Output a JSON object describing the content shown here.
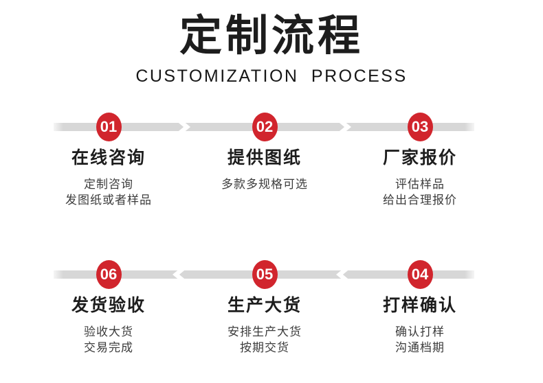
{
  "header": {
    "title": "定制流程",
    "subtitle": "CUSTOMIZATION PROCESS"
  },
  "colors": {
    "accent_red": "#d1252d",
    "bar_gray": "#d7d7d7",
    "ink": "#1d1d1d",
    "text_gray": "#3c3c3c"
  },
  "rows": [
    {
      "direction": "right",
      "steps": [
        {
          "number": "01",
          "title": "在线咨询",
          "desc_lines": [
            "定制咨询",
            "发图纸或者样品"
          ]
        },
        {
          "number": "02",
          "title": "提供图纸",
          "desc_lines": [
            "多款多规格可选"
          ]
        },
        {
          "number": "03",
          "title": "厂家报价",
          "desc_lines": [
            "评估样品",
            "给出合理报价"
          ]
        }
      ]
    },
    {
      "direction": "left",
      "steps": [
        {
          "number": "06",
          "title": "发货验收",
          "desc_lines": [
            "验收大货",
            "交易完成"
          ]
        },
        {
          "number": "05",
          "title": "生产大货",
          "desc_lines": [
            "安排生产大货",
            "按期交货"
          ]
        },
        {
          "number": "04",
          "title": "打样确认",
          "desc_lines": [
            "确认打样",
            "沟通档期"
          ]
        }
      ]
    }
  ]
}
